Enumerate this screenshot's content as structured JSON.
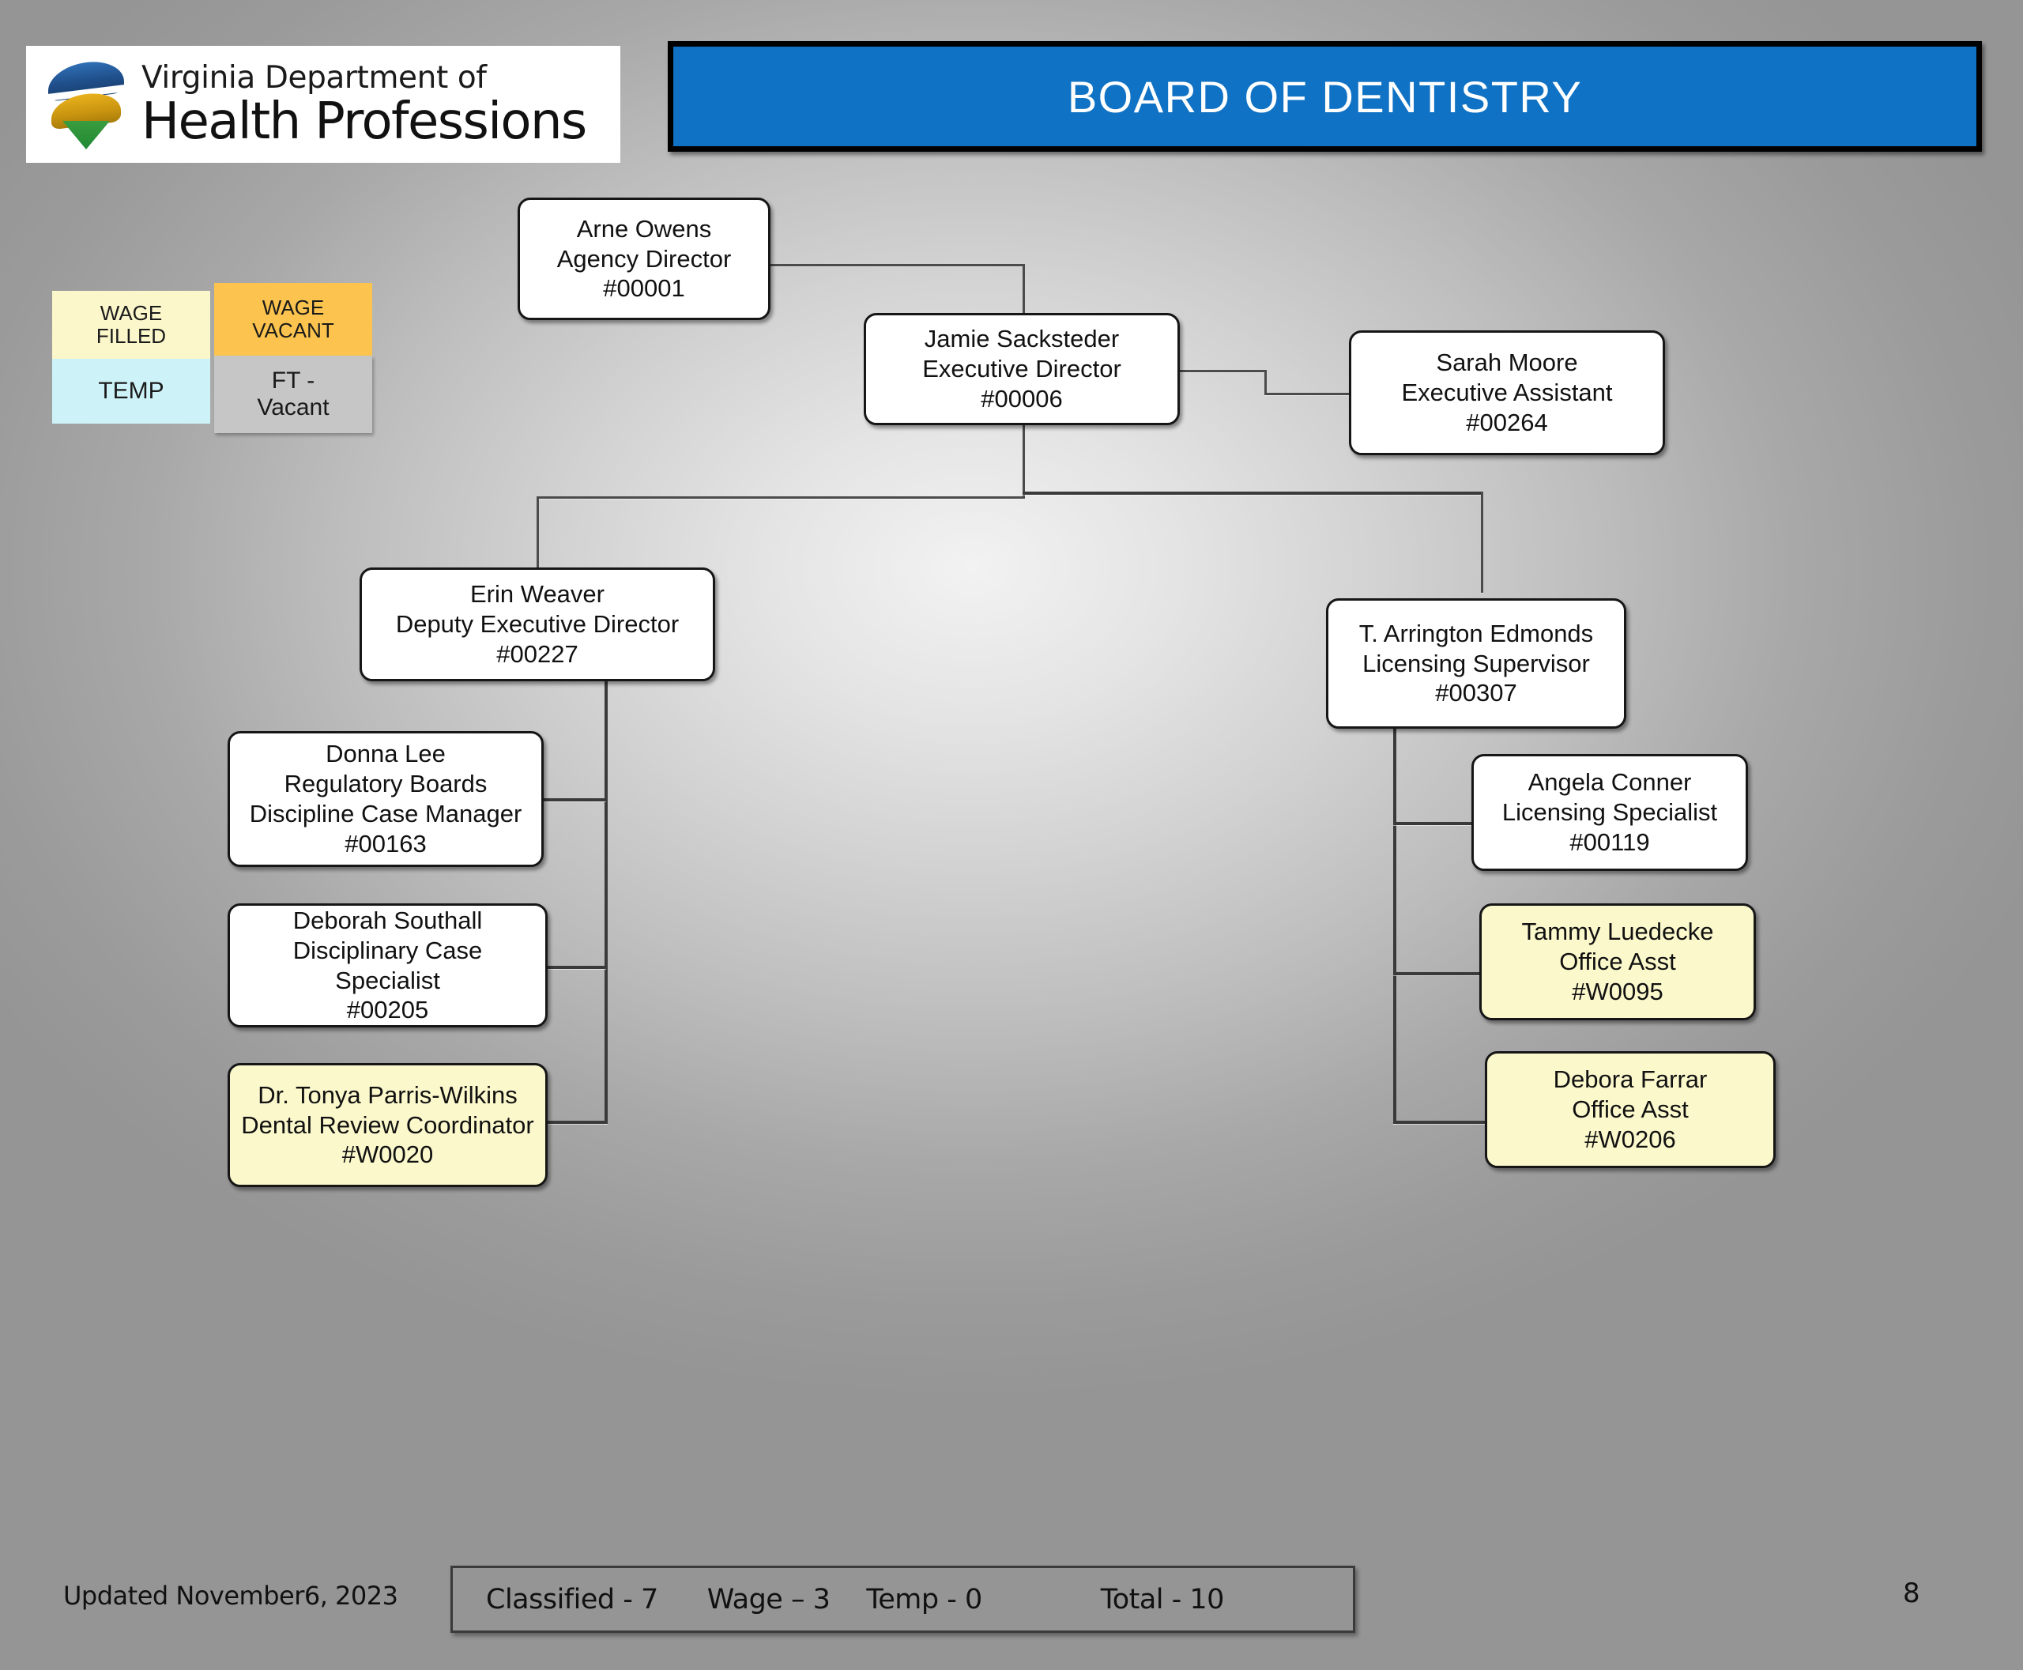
{
  "logo": {
    "line1": "Virginia Department of",
    "line2": "Health Professions",
    "mark": "vdhp-ribbon-logo"
  },
  "title": {
    "text": "BOARD OF DENTISTRY",
    "background_color": "#0f72c4",
    "text_color": "#ffffff"
  },
  "legend": {
    "wage_filled": {
      "line1": "WAGE",
      "line2": "FILLED",
      "color": "#fbf7cb"
    },
    "temp": {
      "label": "TEMP",
      "color": "#cdf3f8"
    },
    "wage_vacant": {
      "line1": "WAGE",
      "line2": "VACANT",
      "color": "#fcc44e"
    },
    "ft_vacant": {
      "line1": "FT -",
      "line2": "Vacant",
      "color": "#c6c6c6"
    }
  },
  "nodes": {
    "agency_director": {
      "name": "Arne Owens",
      "title": "Agency Director",
      "position_number": "#00001",
      "type": "classified"
    },
    "executive_director": {
      "name": "Jamie Sacksteder",
      "title": "Executive Director",
      "position_number": "#00006",
      "type": "classified"
    },
    "executive_assistant": {
      "name": "Sarah Moore",
      "title": "Executive Assistant",
      "position_number": "#00264",
      "type": "classified"
    },
    "deputy_executive_director": {
      "name": "Erin Weaver",
      "title": "Deputy Executive Director",
      "position_number": "#00227",
      "type": "classified"
    },
    "discipline_case_manager": {
      "name": "Donna Lee",
      "title_line1": "Regulatory Boards",
      "title_line2": "Discipline Case Manager",
      "position_number": "#00163",
      "type": "classified"
    },
    "disciplinary_case_specialist": {
      "name": "Deborah Southall",
      "title": "Disciplinary Case Specialist",
      "position_number": "#00205",
      "type": "classified"
    },
    "dental_review_coordinator": {
      "name": "Dr. Tonya Parris-Wilkins",
      "title": "Dental Review Coordinator",
      "position_number": "#W0020",
      "type": "wage-filled"
    },
    "licensing_supervisor": {
      "name": "T. Arrington Edmonds",
      "title": "Licensing Supervisor",
      "position_number": "#00307",
      "type": "classified"
    },
    "licensing_specialist": {
      "name": "Angela Conner",
      "title": "Licensing Specialist",
      "position_number": "#00119",
      "type": "classified"
    },
    "office_asst_luedecke": {
      "name": "Tammy Luedecke",
      "title": "Office Asst",
      "position_number": "#W0095",
      "type": "wage-filled"
    },
    "office_asst_farrar": {
      "name": "Debora Farrar",
      "title": "Office Asst",
      "position_number": "#W0206",
      "type": "wage-filled"
    }
  },
  "footer": {
    "updated": "Updated November6, 2023",
    "classified": "Classified - 7",
    "wage": "Wage – 3",
    "temp": "Temp - 0",
    "total": "Total - 10",
    "page_number": "8"
  }
}
